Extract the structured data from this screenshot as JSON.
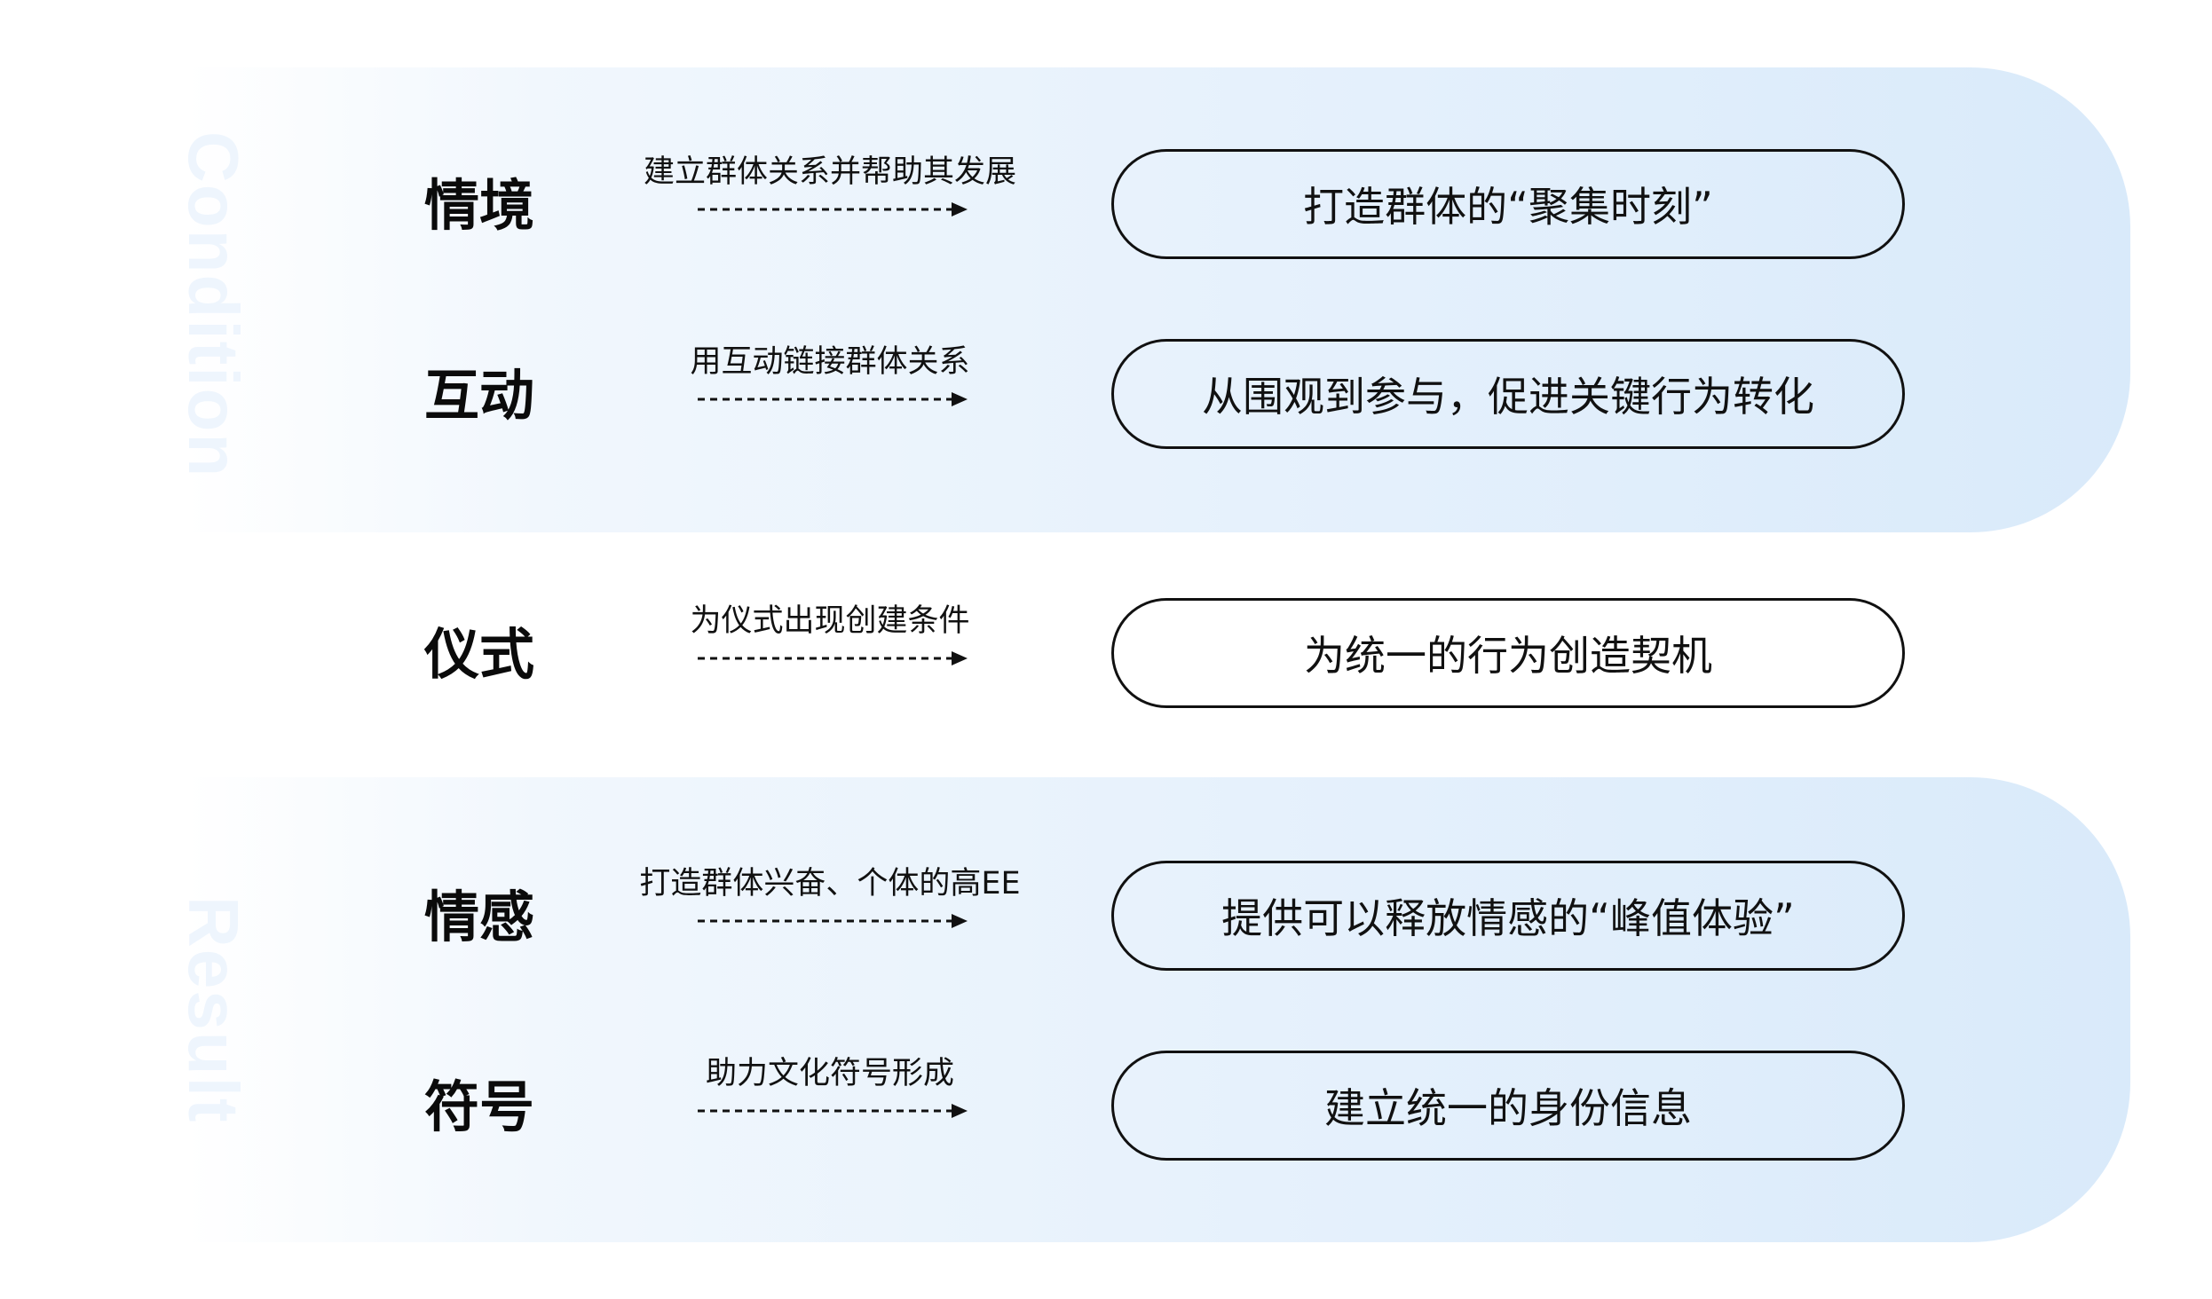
{
  "sections": {
    "condition_label": "Condition",
    "result_label": "Result"
  },
  "rows": [
    {
      "title": "情境",
      "description": "建立群体关系并帮助其发展",
      "outcome": "打造群体的“聚集时刻”"
    },
    {
      "title": "互动",
      "description": "用互动链接群体关系",
      "outcome": "从围观到参与，促进关键行为转化"
    },
    {
      "title": "仪式",
      "description": "为仪式出现创建条件",
      "outcome": "为统一的行为创造契机"
    },
    {
      "title": "情感",
      "description": "打造群体兴奋、个体的高EE",
      "outcome": "提供可以释放情感的“峰值体验”"
    },
    {
      "title": "符号",
      "description": "助力文化符号形成",
      "outcome": "建立统一的身份信息"
    }
  ],
  "colors": {
    "background_gradient_end": "#d9eafa",
    "line": "#111111"
  },
  "icons": {
    "arrow": "dashed-arrow-right-icon"
  }
}
